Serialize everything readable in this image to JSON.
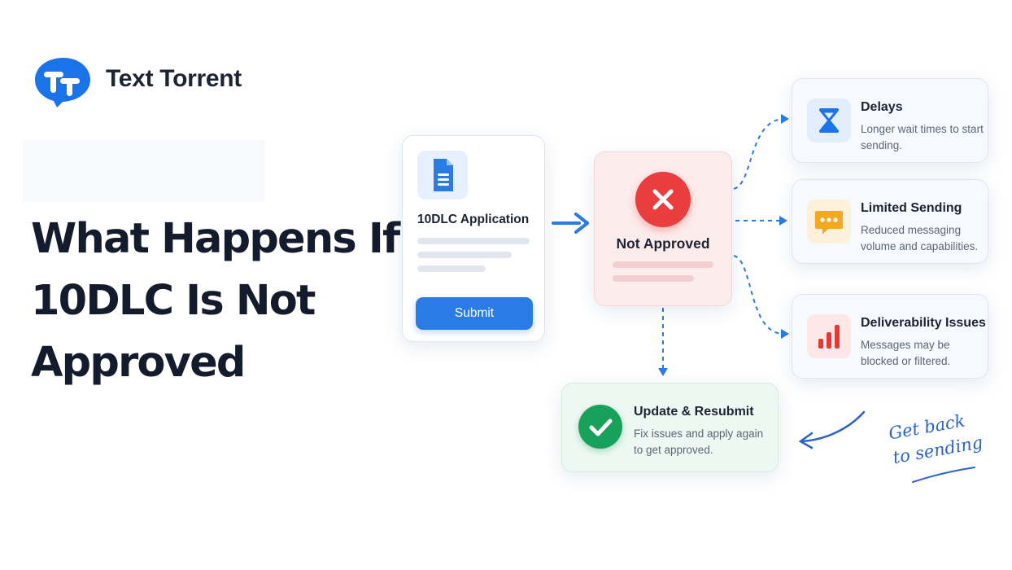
{
  "brand": {
    "name": "Text Torrent",
    "logo_icon": "speech-bubble-logo-icon",
    "logo_color": "#1a73e8"
  },
  "headline": {
    "line1": "What Happens If",
    "line2": "10DLC Is Not",
    "line3": "Approved"
  },
  "application": {
    "title": "10DLC Application",
    "icon": "document-icon",
    "button_label": "Submit",
    "button_color": "#2a7be4"
  },
  "not_approved": {
    "title": "Not Approved",
    "icon": "x-circle-icon",
    "color": "#ea3d3d"
  },
  "outcomes": [
    {
      "title": "Delays",
      "description": "Longer wait times to start sending.",
      "icon": "hourglass-icon",
      "color": "#1a73e8"
    },
    {
      "title": "Limited Sending",
      "description": "Reduced messaging volume and capabilities.",
      "icon": "chat-bubble-icon",
      "color": "#f5a623"
    },
    {
      "title": "Deliverability Issues",
      "description": "Messages may be blocked or filtered.",
      "icon": "bar-chart-icon",
      "color": "#e53935"
    }
  ],
  "resubmit": {
    "title": "Update & Resubmit",
    "description": "Fix issues and apply again to get approved.",
    "icon": "check-circle-icon",
    "color": "#17a15a"
  },
  "note": {
    "line1": "Get back",
    "line2": "to sending"
  }
}
